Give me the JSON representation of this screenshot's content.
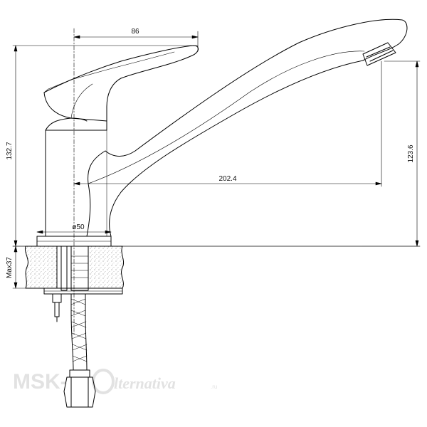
{
  "dimensions": {
    "handle_offset": "86",
    "total_height": "132.7",
    "spout_height": "123.6",
    "spout_reach": "202.4",
    "base_diameter": "ø50",
    "max_counter": "Max37"
  },
  "watermark": {
    "brand_left": "MSK-",
    "brand_right": "lternativa",
    "domain": ".ru"
  },
  "colors": {
    "line": "#000000",
    "watermark": "#e2e2e2"
  }
}
